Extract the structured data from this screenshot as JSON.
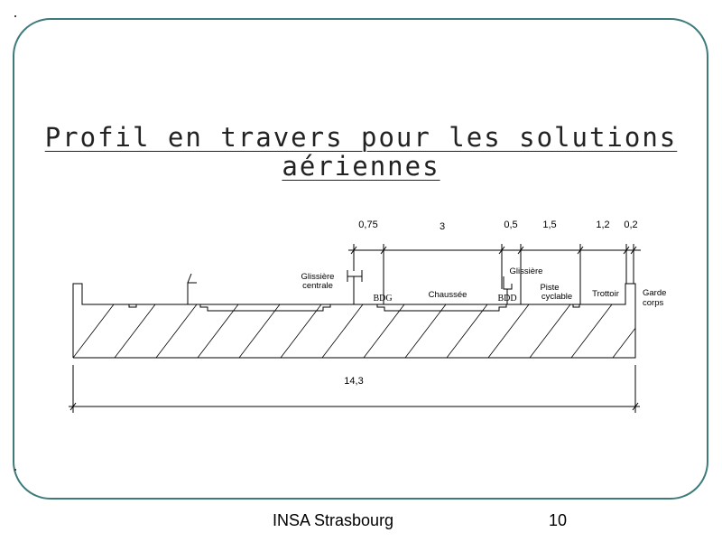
{
  "title": {
    "line1": "Profil en travers pour les solutions",
    "line2": "aériennes"
  },
  "diagram": {
    "top_dimensions": [
      "0,75",
      "3",
      "0,5",
      "1,5",
      "1,2",
      "0,2"
    ],
    "total_width": "14,3",
    "labels": {
      "glissiere_centrale_1": "Glissière",
      "glissiere_centrale_2": "centrale",
      "glissiere": "Glissière",
      "bdg": "BDG",
      "chaussee": "Chaussée",
      "bdd": "BDD",
      "piste_1": "Piste",
      "piste_2": "cyclable",
      "trottoir": "Trottoir",
      "garde_corps_1": "Garde",
      "garde_corps_2": "corps"
    }
  },
  "footer": {
    "institution": "INSA Strasbourg",
    "page_number": "10"
  },
  "colors": {
    "frame": "#3f7a7a"
  }
}
